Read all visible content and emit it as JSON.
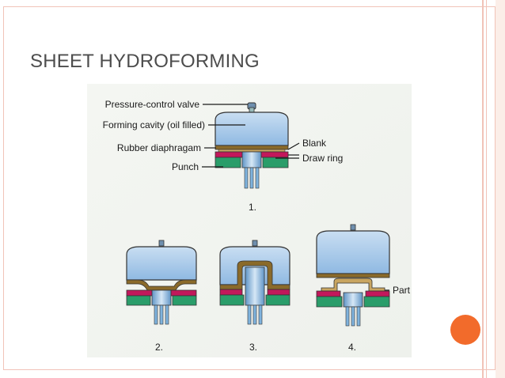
{
  "slide": {
    "title": "SHEET HYDROFORMING"
  },
  "figure": {
    "labels": {
      "pressure_control_valve": "Pressure-control valve",
      "forming_cavity": "Forming cavity (oil filled)",
      "rubber_diaphragm": "Rubber diaphragam",
      "punch": "Punch",
      "blank": "Blank",
      "draw_ring": "Draw ring",
      "part": "Part"
    },
    "steps": [
      "1.",
      "2.",
      "3.",
      "4."
    ]
  },
  "colors": {
    "accent": "#f26b2b",
    "border": "#f1c3b8",
    "oil": "#a9cbea",
    "diaphragm": "#8a6a2a",
    "blank": "#c8a560",
    "draw_ring": "#c2185b",
    "base": "#2a9d6a",
    "punch": "#7fb3dd"
  }
}
